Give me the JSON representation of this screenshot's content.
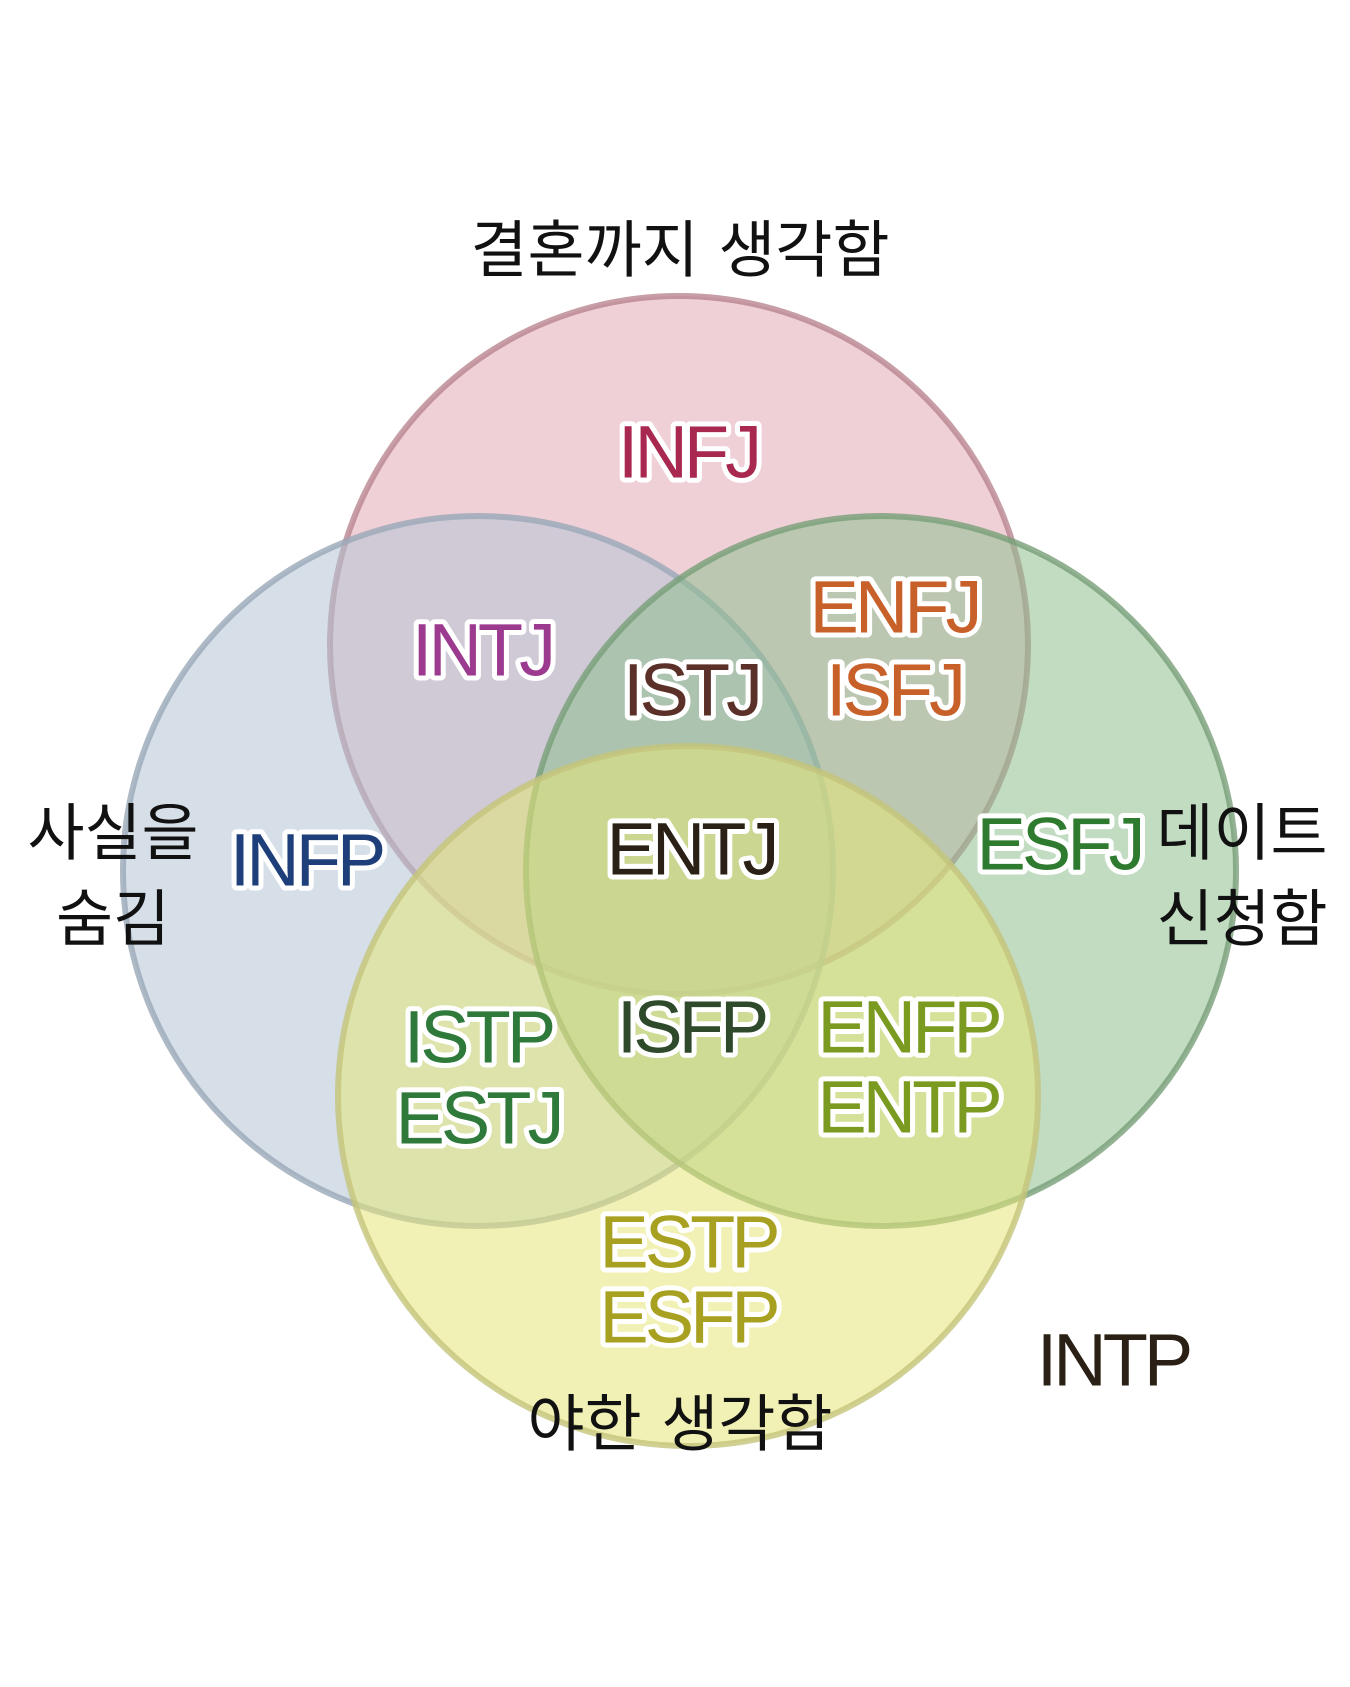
{
  "circles": [
    {
      "id": "top",
      "label": "결혼까지 생각함",
      "fill": "#e3aab6",
      "stroke": "#b98590"
    },
    {
      "id": "left",
      "label_lines": [
        "사실을",
        "숨김"
      ],
      "fill": "#b4c4d6",
      "stroke": "#9aa8b8"
    },
    {
      "id": "right",
      "label_lines": [
        "데이트",
        "신청함"
      ],
      "fill": "#8fc08f",
      "stroke": "#789f78"
    },
    {
      "id": "bottom",
      "label": "야한 생각함",
      "fill": "#e6e678",
      "stroke": "#c4c47a"
    }
  ],
  "types": [
    {
      "id": "infj",
      "text": "INFJ",
      "color": "#a8284f"
    },
    {
      "id": "intj",
      "text": "INTJ",
      "color": "#9b3a8e"
    },
    {
      "id": "istj",
      "text": "ISTJ",
      "color": "#5a3028"
    },
    {
      "id": "enfj",
      "text": "ENFJ",
      "color": "#c8602a"
    },
    {
      "id": "isfj",
      "text": "ISFJ",
      "color": "#c8602a"
    },
    {
      "id": "infp",
      "text": "INFP",
      "color": "#1f3f7a"
    },
    {
      "id": "entj",
      "text": "ENTJ",
      "color": "#2a2015"
    },
    {
      "id": "esfj",
      "text": "ESFJ",
      "color": "#2e7a2e"
    },
    {
      "id": "istp",
      "text": "ISTP",
      "color": "#2f7a3a"
    },
    {
      "id": "estj",
      "text": "ESTJ",
      "color": "#2f7a3a"
    },
    {
      "id": "isfp",
      "text": "ISFP",
      "color": "#2e4a2a"
    },
    {
      "id": "enfp",
      "text": "ENFP",
      "color": "#7a9a20"
    },
    {
      "id": "entp",
      "text": "ENTP",
      "color": "#7a9a20"
    },
    {
      "id": "estp",
      "text": "ESTP",
      "color": "#a8a020"
    },
    {
      "id": "esfp",
      "text": "ESFP",
      "color": "#a8a020"
    },
    {
      "id": "intp",
      "text": "INTP",
      "color": "#2a2015"
    }
  ]
}
